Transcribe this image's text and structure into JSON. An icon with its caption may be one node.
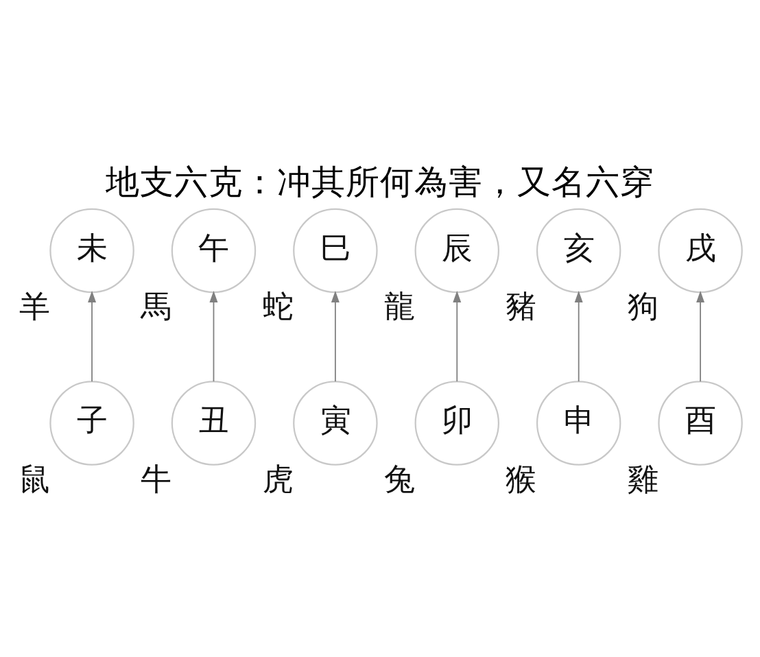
{
  "diagram": {
    "title": "地支六克：冲其所何為害，又名六穿",
    "nodes": [
      {
        "text": [
          "子"
        ],
        "beside": [
          "鼠"
        ]
      },
      {
        "text": [
          "丑"
        ],
        "beside": [
          "牛"
        ]
      },
      {
        "text": [
          "寅"
        ],
        "beside": [
          "虎"
        ]
      },
      {
        "text": [
          "卯"
        ],
        "beside": [
          "兔"
        ]
      },
      {
        "text": [
          "辰"
        ],
        "beside": [
          "龍"
        ]
      },
      {
        "text": [
          "巳"
        ],
        "beside": [
          "蛇"
        ]
      },
      {
        "text": [
          "午"
        ],
        "beside": [
          "馬"
        ]
      },
      {
        "text": [
          "未"
        ],
        "beside": [
          "羊"
        ]
      },
      {
        "text": [
          "申"
        ],
        "beside": [
          "猴"
        ]
      },
      {
        "text": [
          "酉"
        ],
        "beside": [
          "雞"
        ]
      },
      {
        "text": [
          "戌"
        ],
        "beside": [
          "狗"
        ]
      },
      {
        "text": [
          "亥"
        ],
        "beside": [
          "豬"
        ]
      }
    ],
    "edges": [
      {
        "from": 3,
        "to": 4,
        "arrow": "to"
      },
      {
        "from": 2,
        "to": 5,
        "arrow": "to"
      },
      {
        "from": 1,
        "to": 6,
        "arrow": "to"
      },
      {
        "from": 0,
        "to": 7,
        "arrow": "to"
      },
      {
        "from": 8,
        "to": 11,
        "arrow": "to"
      },
      {
        "from": 9,
        "to": 10,
        "arrow": "to"
      }
    ]
  }
}
